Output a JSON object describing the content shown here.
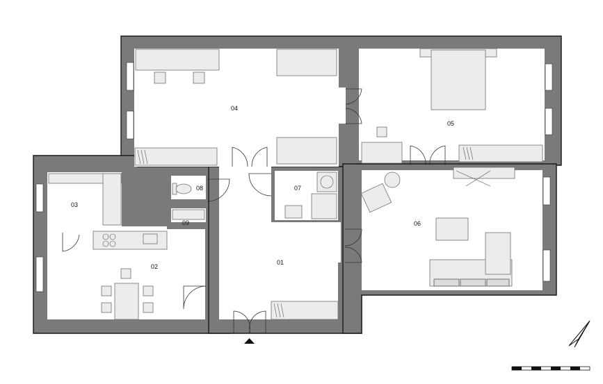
{
  "rooms": {
    "r01": "01",
    "r02": "02",
    "r03": "03",
    "r04": "04",
    "r05": "05",
    "r06": "06",
    "r07": "07",
    "r08": "08",
    "r09": "09"
  },
  "colors": {
    "wall": "#7a7a7a",
    "outline": "#1a1a1a",
    "furniture": "#ececec"
  },
  "icons": {
    "north_arrow": "north-arrow-icon",
    "entrance_marker": "entrance-triangle-icon",
    "scale_bar": "scale-bar"
  }
}
